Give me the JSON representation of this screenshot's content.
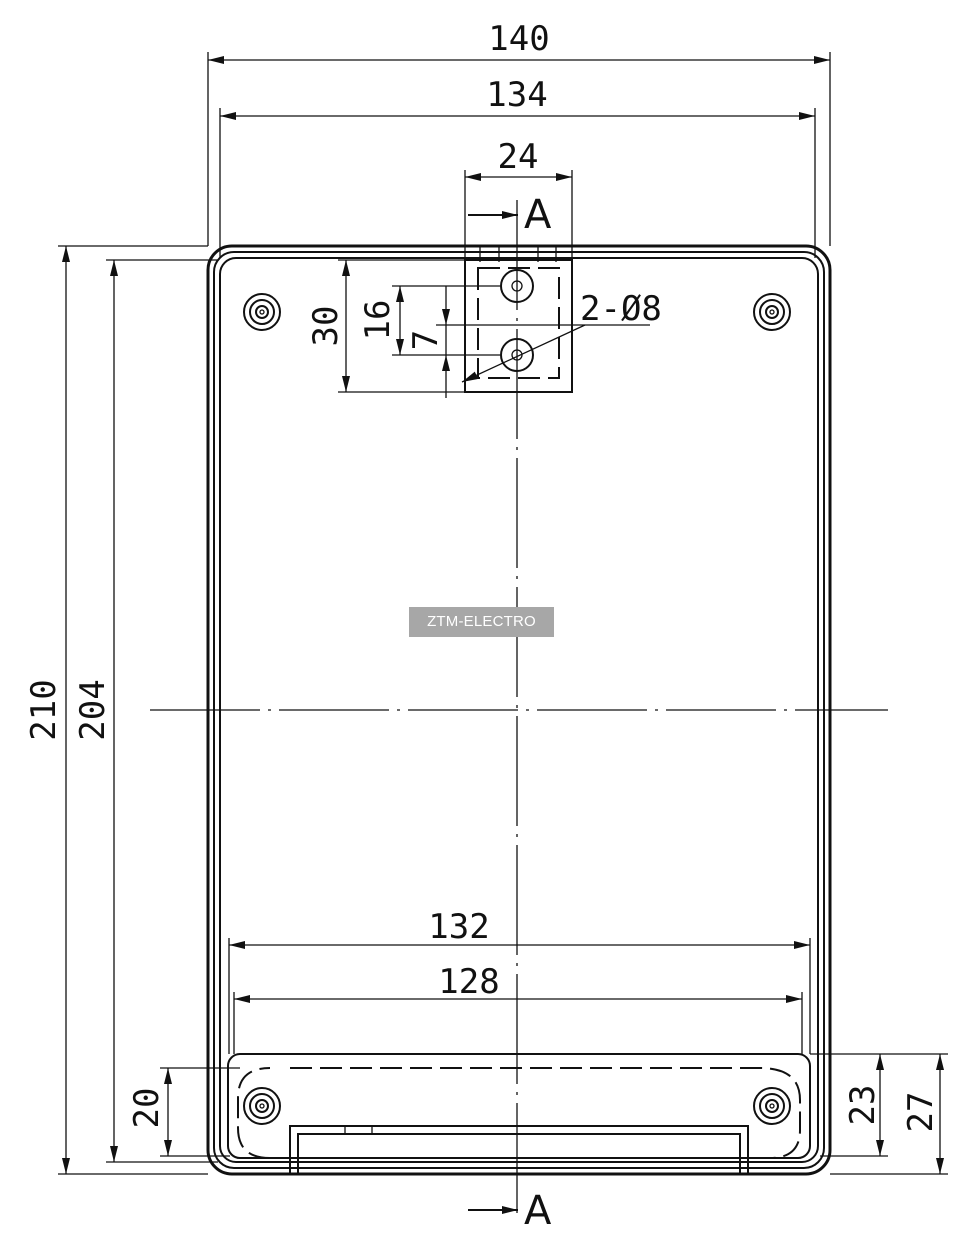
{
  "dimensions": {
    "overall_width": "140",
    "inner_width": "134",
    "slot_width": "24",
    "overall_height": "210",
    "inner_height": "204",
    "slot_height": "30",
    "hole_span": "16",
    "hole_offset": "7",
    "hole_callout": "2-Ø8",
    "bottom_width_outer": "132",
    "bottom_width_inner": "128",
    "bottom_band_left": "20",
    "bottom_band_right_inner": "23",
    "bottom_band_right_outer": "27"
  },
  "section": {
    "top_label": "A",
    "bottom_label": "A"
  },
  "watermark": {
    "text": "ZTM-ELECTRO"
  }
}
